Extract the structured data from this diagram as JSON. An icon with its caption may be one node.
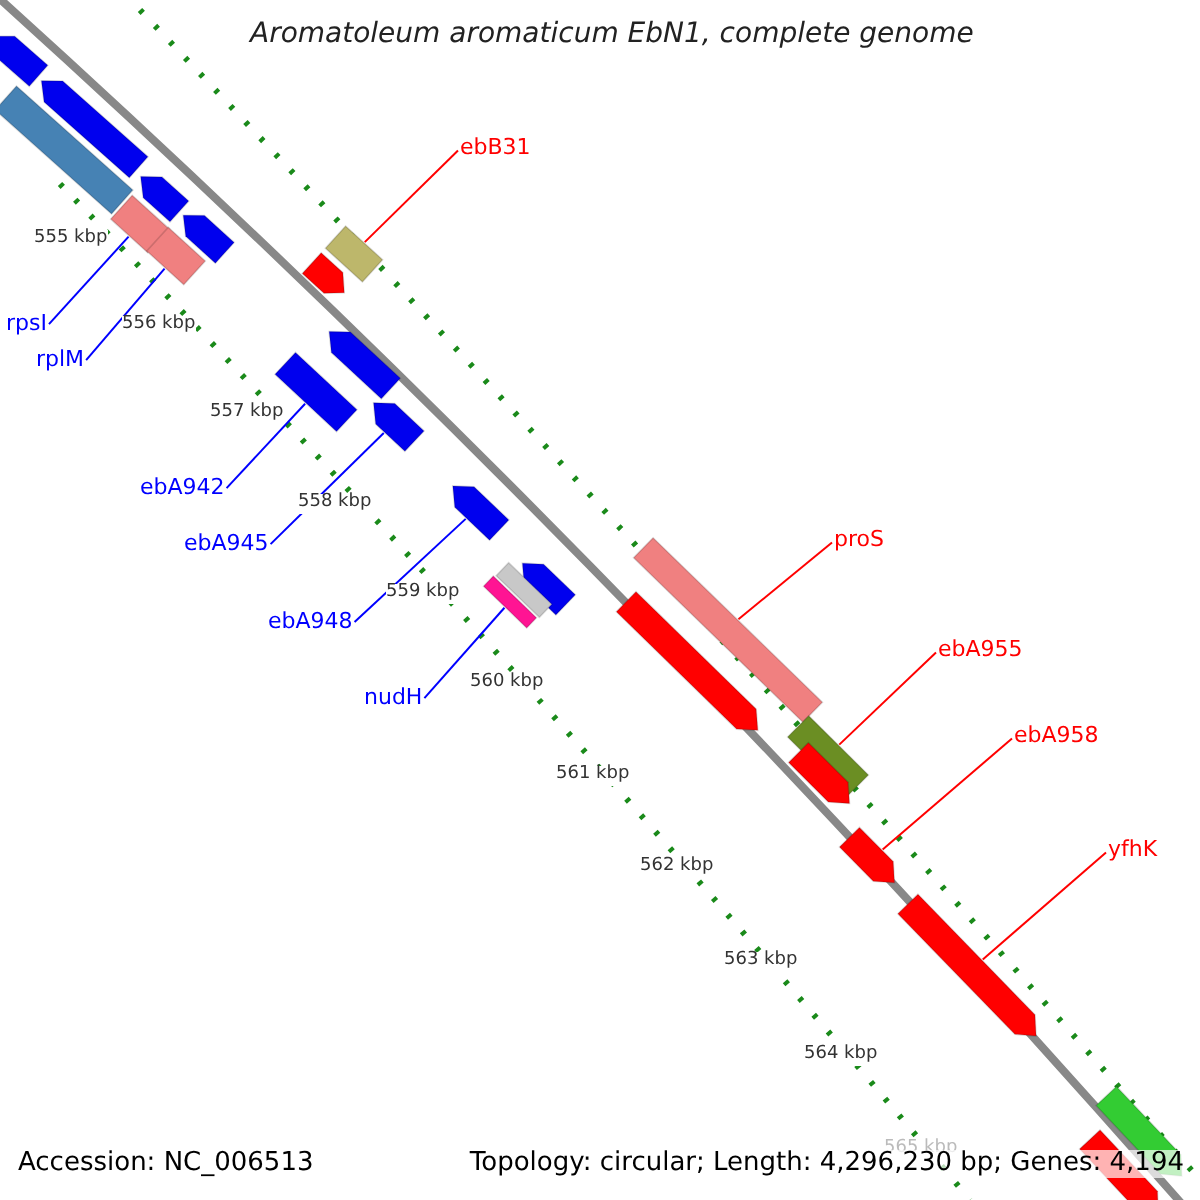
{
  "diagram": {
    "title": "Aromatoleum aromaticum EbN1, complete genome",
    "nodes": [
      {
        "text": [
          "ebB31"
        ]
      },
      {
        "text": [
          "rpsI"
        ]
      },
      {
        "text": [
          "rplM"
        ]
      },
      {
        "text": [
          "ebA942"
        ]
      },
      {
        "text": [
          "ebA945"
        ]
      },
      {
        "text": [
          "ebA948"
        ]
      },
      {
        "text": [
          "nudH"
        ]
      },
      {
        "text": [
          "proS"
        ]
      },
      {
        "text": [
          "ebA955"
        ]
      },
      {
        "text": [
          "ebA958"
        ]
      },
      {
        "text": [
          "yfhK"
        ]
      },
      {
        "text": [],
        "shape": "box"
      },
      {
        "text": [],
        "shape": "box"
      },
      {
        "text": [],
        "shape": "box"
      },
      {
        "text": [],
        "shape": "box"
      },
      {
        "text": [],
        "shape": "arrow"
      },
      {
        "text": [],
        "shape": "arrow"
      },
      {
        "text": [],
        "shape": "box"
      },
      {
        "text": [],
        "shape": "box"
      },
      {
        "text": [],
        "shape": "box"
      },
      {
        "text": [],
        "shape": "arrow"
      },
      {
        "text": [],
        "shape": "arrow"
      },
      {
        "text": [],
        "shape": "arrow"
      },
      {
        "text": [],
        "shape": "arrow"
      },
      {
        "text": [],
        "shape": "box"
      },
      {
        "text": [],
        "shape": "arrow"
      },
      {
        "text": [],
        "shape": "arrow"
      },
      {
        "text": [],
        "shape": "arrow"
      },
      {
        "text": [],
        "shape": "arrow"
      },
      {
        "text": [],
        "shape": "box"
      },
      {
        "text": [],
        "shape": "arrow"
      },
      {
        "text": [],
        "shape": "arrow"
      },
      {
        "text": [],
        "shape": "arrow"
      },
      {
        "text": [],
        "shape": "arrow"
      },
      {
        "text": [],
        "shape": "arrow"
      }
    ],
    "edges": [
      {
        "from": 0,
        "to": 11,
        "arrow": "none",
        "color": "#ff0000"
      },
      {
        "from": 1,
        "to": 12,
        "arrow": "none"
      },
      {
        "from": 2,
        "to": 13,
        "arrow": "none"
      },
      {
        "from": 3,
        "to": 14,
        "arrow": "none"
      },
      {
        "from": 4,
        "to": 15,
        "arrow": "none"
      },
      {
        "from": 5,
        "to": 16,
        "arrow": "none"
      },
      {
        "from": 6,
        "to": 17,
        "arrow": "none"
      },
      {
        "from": 7,
        "to": 18,
        "arrow": "none",
        "color": "#ff0000"
      },
      {
        "from": 8,
        "to": 19,
        "arrow": "none",
        "color": "#ff0000"
      },
      {
        "from": 9,
        "to": 20,
        "arrow": "none",
        "color": "#ff0000"
      },
      {
        "from": 10,
        "to": 21,
        "arrow": "none",
        "color": "#ff0000"
      }
    ],
    "labels": [
      "555 kbp",
      "556 kbp",
      "557 kbp",
      "558 kbp",
      "559 kbp",
      "560 kbp",
      "561 kbp",
      "562 kbp",
      "563 kbp",
      "564 kbp",
      "565 kbp",
      "Accession: NC_006513",
      "Topology: circular; Length: 4,296,230 bp; Genes: 4,194"
    ]
  }
}
